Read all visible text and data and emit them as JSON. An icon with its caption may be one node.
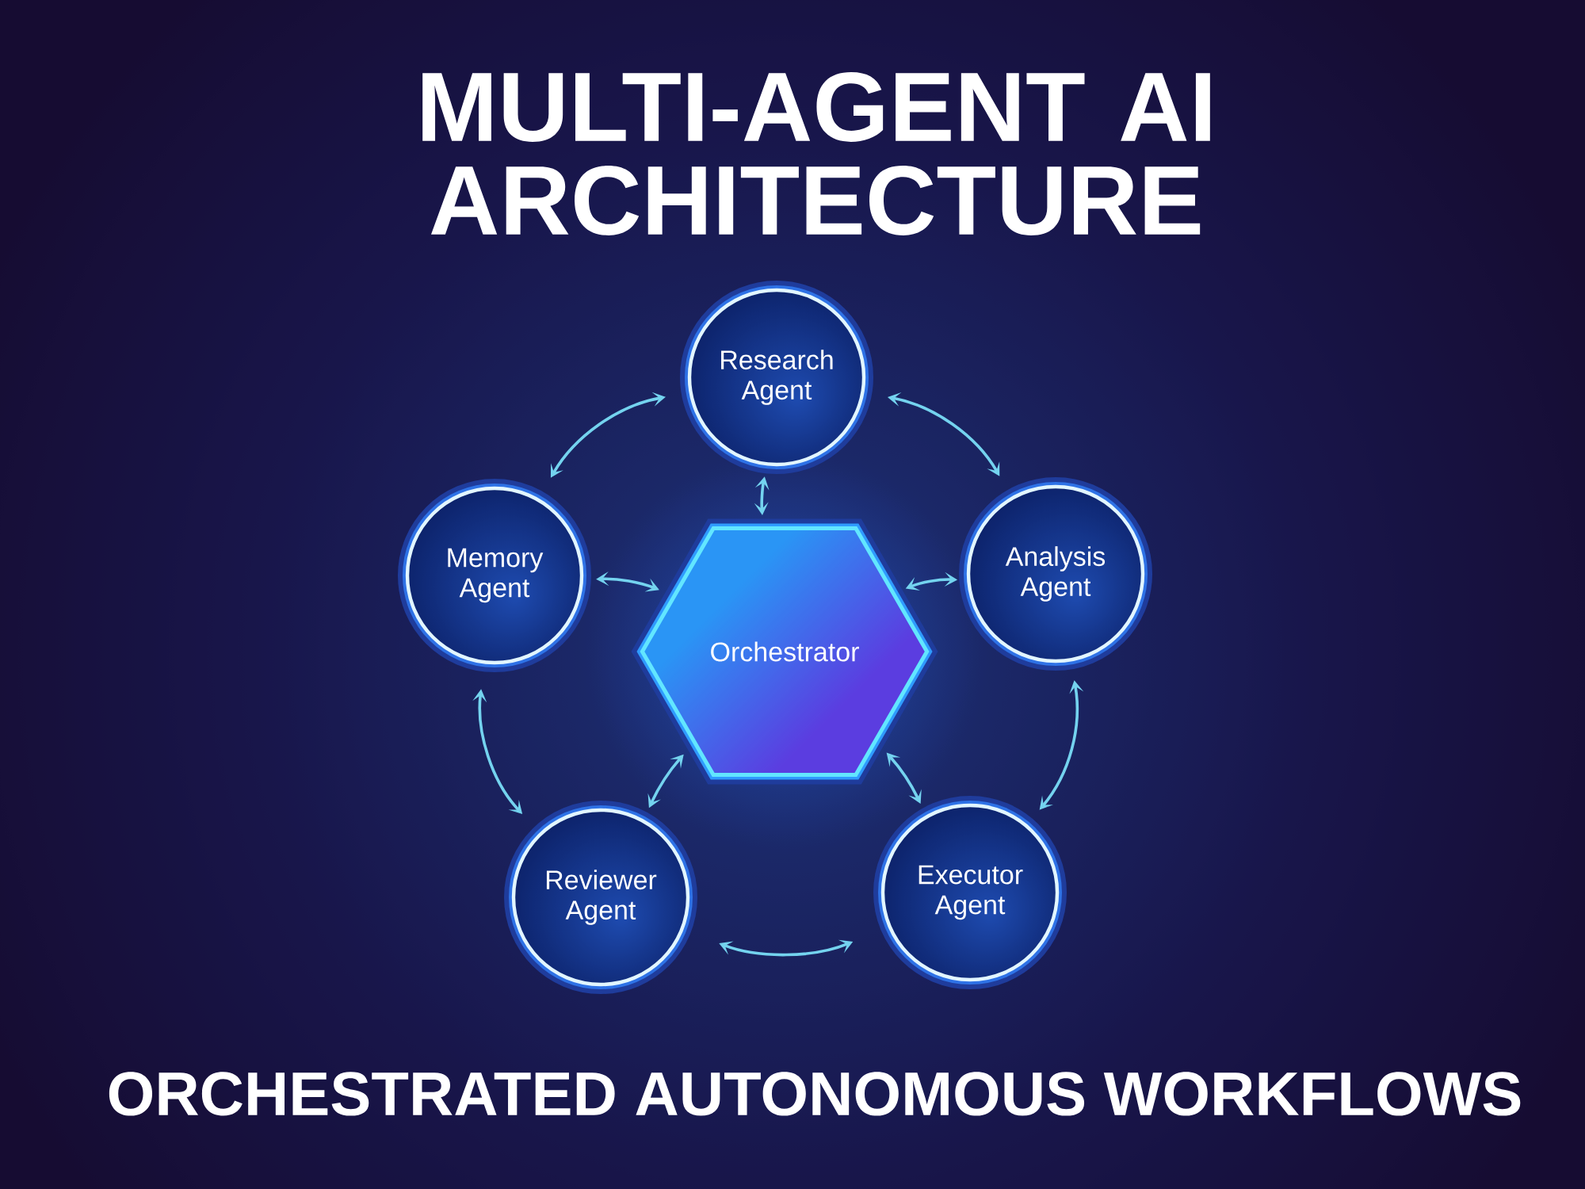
{
  "diagram": {
    "title": "MULTI-AGENT AI ARCHITECTURE",
    "caption": "ORCHESTRATED AUTONOMOUS WORKFLOWS",
    "nodes": [
      {
        "text": [
          "Research Agent"
        ]
      },
      {
        "text": [
          "Memory Agent"
        ]
      },
      {
        "text": [
          "Orchestrator"
        ]
      },
      {
        "text": [
          "Analysis Agent"
        ]
      },
      {
        "text": [
          "Reviewer Agent"
        ]
      },
      {
        "text": [
          "Executor Agent"
        ]
      }
    ],
    "edges": [
      {
        "from": 1,
        "to": 0,
        "arrow": "both"
      },
      {
        "from": 0,
        "to": 3,
        "arrow": "both"
      },
      {
        "from": 0,
        "to": 2,
        "arrow": "both"
      },
      {
        "from": 1,
        "to": 2,
        "arrow": "both"
      },
      {
        "from": 2,
        "to": 3,
        "arrow": "both"
      },
      {
        "from": 4,
        "to": 1,
        "arrow": "both"
      },
      {
        "from": 3,
        "to": 5,
        "arrow": "both"
      },
      {
        "from": 2,
        "to": 4,
        "arrow": "both"
      },
      {
        "from": 2,
        "to": 5,
        "arrow": "both"
      },
      {
        "from": 5,
        "to": 4,
        "arrow": "both"
      }
    ]
  }
}
